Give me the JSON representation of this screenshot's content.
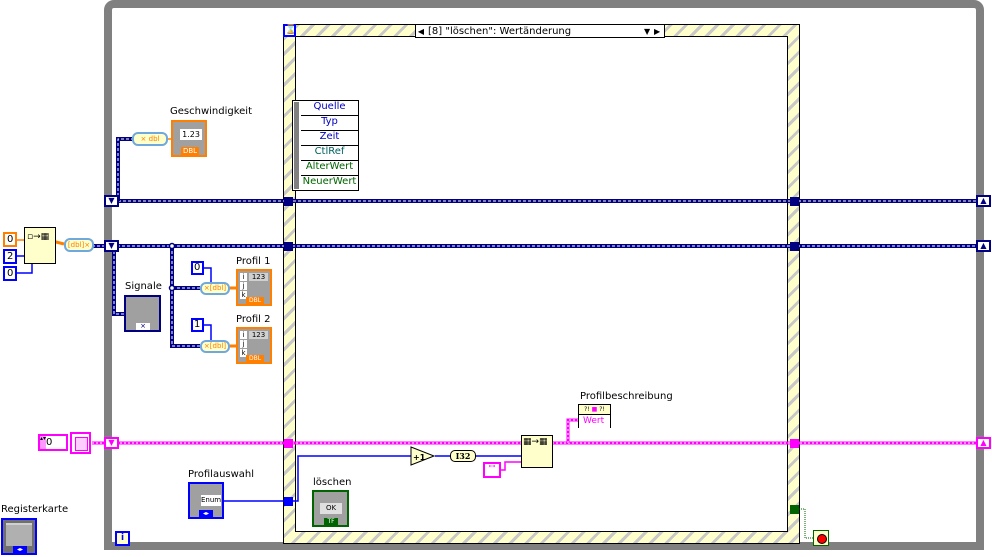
{
  "event_structure": {
    "case_selector": "[8] \"löschen\": Wertänderung",
    "event_data_fields": [
      "Quelle",
      "Typ",
      "Zeit",
      "CtlRef",
      "AlterWert",
      "NeuerWert"
    ]
  },
  "terminals": {
    "geschwindigkeit": {
      "label": "Geschwindigkeit",
      "display": "1.23",
      "type": "DBL"
    },
    "signale": {
      "label": "Signale"
    },
    "profil1": {
      "label": "Profil 1",
      "display": "123",
      "type": "DBL",
      "index_labels": [
        "i",
        "j",
        "k"
      ]
    },
    "profil2": {
      "label": "Profil 2",
      "display": "123",
      "type": "DBL",
      "index_labels": [
        "i",
        "j",
        "k"
      ]
    },
    "profilauswahl": {
      "label": "Profilauswahl",
      "display": "Enum"
    },
    "loeschen": {
      "label": "löschen",
      "display": "OK",
      "type": "TF"
    },
    "profilbeschreibung": {
      "label": "Profilbeschreibung",
      "display": "Wert"
    },
    "registerkarte": {
      "label": "Registerkarte"
    }
  },
  "constants": {
    "init_array_value": "0",
    "init_array_dim1": "2",
    "init_array_dim2": "0",
    "index_profil1": "0",
    "index_profil2": "1",
    "pink_numeric": "0",
    "increment_label": "+1",
    "convert_label": "I32",
    "empty_string": "\"\""
  },
  "loop": {
    "iteration_label": "i"
  },
  "colors": {
    "dbl_orange": "#ff7f00",
    "wire_blue": "#000080",
    "int_blue": "#0000ff",
    "string_pink": "#ff00ff",
    "bool_green": "#006400",
    "loop_gray": "#808080",
    "event_yellow": "#ffffcc"
  }
}
